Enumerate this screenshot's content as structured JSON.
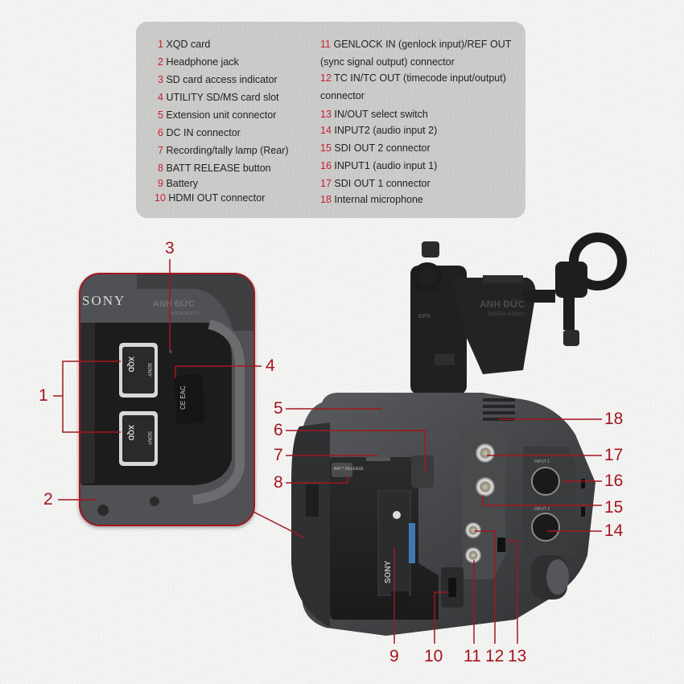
{
  "legend": {
    "left": [
      {
        "num": "1",
        "label": "XQD card"
      },
      {
        "num": "2",
        "label": "Headphone jack"
      },
      {
        "num": "3",
        "label": "SD card access indicator"
      },
      {
        "num": "4",
        "label": "UTILITY SD/MS card slot"
      },
      {
        "num": "5",
        "label": "Extension unit connector"
      },
      {
        "num": "6",
        "label": "DC IN connector"
      },
      {
        "num": "7",
        "label": "Recording/tally lamp (Rear)"
      },
      {
        "num": "8",
        "label": "BATT RELEASE button"
      },
      {
        "num": "9",
        "label": "Battery"
      },
      {
        "num": "10",
        "label": "HDMI OUT connector"
      }
    ],
    "right": [
      {
        "num": "11",
        "label": "GENLOCK IN (genlock input)/REF OUT"
      },
      {
        "num": "",
        "label": "(sync signal output) connector"
      },
      {
        "num": "12",
        "label": "TC IN/TC OUT (timecode input/output)"
      },
      {
        "num": "",
        "label": "connector"
      },
      {
        "num": "13",
        "label": "IN/OUT select switch"
      },
      {
        "num": "14",
        "label": "INPUT2 (audio input 2)"
      },
      {
        "num": "15",
        "label": "SDI OUT 2 connector"
      },
      {
        "num": "16",
        "label": "INPUT1 (audio input 1)"
      },
      {
        "num": "17",
        "label": "SDI OUT 1 connector"
      },
      {
        "num": "18",
        "label": "Internal microphone"
      }
    ]
  },
  "callouts": {
    "c1": "1",
    "c2": "2",
    "c3": "3",
    "c4": "4",
    "c5": "5",
    "c6": "6",
    "c7": "7",
    "c8": "8",
    "c9": "9",
    "c10": "10",
    "c11": "11",
    "c12": "12",
    "c13": "13",
    "c14": "14",
    "c15": "15",
    "c16": "16",
    "c17": "17",
    "c18": "18"
  },
  "inset": {
    "brand": "SONY",
    "card_label": "XQD",
    "card_brand": "SONY",
    "sd_mark": "CE EAC",
    "watermark": "ANH ĐỨC",
    "watermark_sub": "DIGITAL AUDIO+"
  },
  "camera": {
    "handle_text": "GPS",
    "watermark": "ANH ĐỨC",
    "watermark_sub": "DIGITAL AUDIO+",
    "batt_release": "BATT RELEASE",
    "battery_brand": "SONY",
    "input1": "INPUT 1",
    "input2": "INPUT 2"
  },
  "colors": {
    "accent": "#a3161f",
    "legend_num": "#c8202e",
    "panel": "#c9c9c8"
  }
}
